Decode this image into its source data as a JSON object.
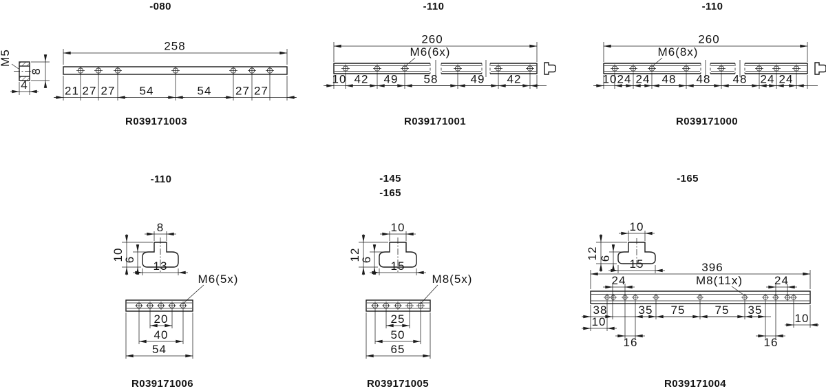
{
  "colors": {
    "ink": "#1b1b1b",
    "background": "#ffffff"
  },
  "drawings": [
    {
      "variant": "-080",
      "part_number": "R039171003",
      "side_view": {
        "thread_label": "M5",
        "height": "8",
        "width": "4"
      },
      "length_dim": "258",
      "spacing_dims": [
        "21",
        "27",
        "27",
        "54",
        "54",
        "27",
        "27"
      ]
    },
    {
      "variant": "-110",
      "part_number": "R039171001",
      "length_dim": "260",
      "hole_label": "M6(6x)",
      "spacing_dims": [
        "10",
        "42",
        "49",
        "58",
        "49",
        "42"
      ]
    },
    {
      "variant": "-110",
      "part_number": "R039171000",
      "length_dim": "260",
      "hole_label": "M6(8x)",
      "spacing_dims": [
        "10",
        "24",
        "24",
        "48",
        "48",
        "48",
        "24",
        "24"
      ]
    },
    {
      "variant": "-110",
      "part_number": "R039171006",
      "cross_section": {
        "top_width": "8",
        "height": "10",
        "slot_depth": "6",
        "base_width": "13"
      },
      "hole_label": "M6(5x)",
      "strip_dims": [
        "20",
        "40",
        "54"
      ]
    },
    {
      "variants": [
        "-145",
        "-165"
      ],
      "part_number": "R039171005",
      "cross_section": {
        "top_width": "10",
        "height": "12",
        "slot_depth": "6",
        "base_width": "15"
      },
      "hole_label": "M8(5x)",
      "strip_dims": [
        "25",
        "50",
        "65"
      ]
    },
    {
      "variant": "-165",
      "part_number": "R039171004",
      "cross_section": {
        "top_width": "10",
        "height": "12",
        "slot_depth": "6",
        "base_width": "15"
      },
      "length_dim": "396",
      "hole_label": "M8(11x)",
      "end_dims": [
        "24",
        "24"
      ],
      "spacing_dims": [
        "38",
        "35",
        "75",
        "75",
        "35"
      ],
      "offset_dims": [
        "10",
        "10"
      ],
      "pair_dims": [
        "16",
        "16"
      ]
    }
  ]
}
